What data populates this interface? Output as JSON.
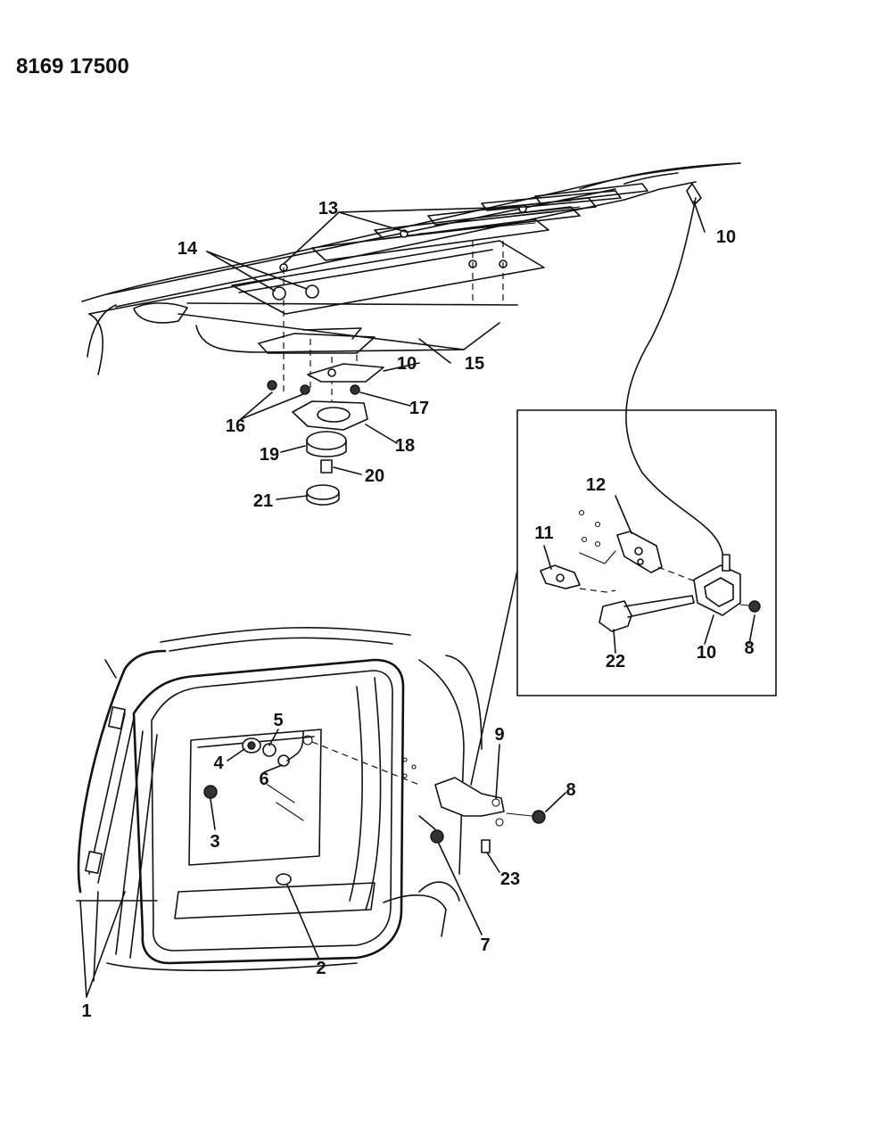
{
  "header": {
    "code": "8169 17500"
  },
  "callouts": {
    "c1": "1",
    "c2": "2",
    "c3": "3",
    "c4": "4",
    "c5": "5",
    "c6": "6",
    "c7": "7",
    "c8a": "8",
    "c8b": "8",
    "c9": "9",
    "c10a": "10",
    "c10b": "10",
    "c10c": "10",
    "c11": "11",
    "c12": "12",
    "c13": "13",
    "c14": "14",
    "c15": "15",
    "c16": "16",
    "c17": "17",
    "c18": "18",
    "c19": "19",
    "c20": "20",
    "c21": "21",
    "c22": "22",
    "c23": "23"
  }
}
